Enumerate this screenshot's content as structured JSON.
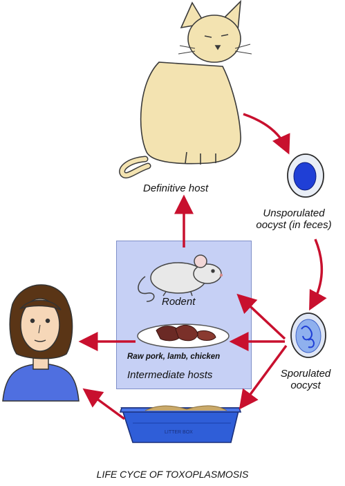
{
  "title": "LIFE CYCE OF TOXOPLASMOSIS",
  "labels": {
    "definitive_host": "Definitive host",
    "unsporulated": [
      "Unsporulated",
      "oocyst (in feces)"
    ],
    "sporulated": [
      "Sporulated",
      "oocyst"
    ],
    "rodent": "Rodent",
    "meat": "Raw pork, lamb, chicken",
    "intermediate_hosts": "Intermediate hosts",
    "litter_box": "LITTER BOX"
  },
  "colors": {
    "arrow": "#c8102e",
    "intermediate_box": "#c6d0f5",
    "cat": "#f3e3b1",
    "oocyst": "#1f3fd6",
    "litter_box": "#2f5ed8"
  }
}
